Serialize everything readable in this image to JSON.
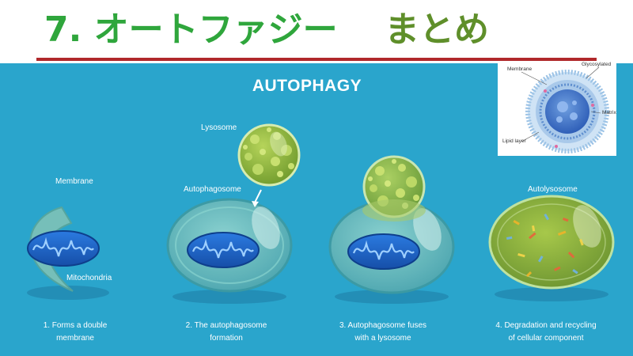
{
  "slide": {
    "number": "7.",
    "title": "オートファジー",
    "subtitle": "まとめ"
  },
  "diagram": {
    "title": "AUTOPHAGY",
    "labels": {
      "membrane": "Membrane",
      "mitochondria": "Mitochondria",
      "lysosome": "Lysosome",
      "autophagosome": "Autophagosome",
      "autolysosome": "Autolysosome"
    },
    "steps": [
      {
        "line1": "1. Forms a double",
        "line2": "membrane"
      },
      {
        "line1": "2. The autophagosome",
        "line2": "formation"
      },
      {
        "line1": "3. Autophagosome  fuses",
        "line2": "with a lysosome"
      },
      {
        "line1": "4. Degradation and recycling",
        "line2": "of cellular component"
      }
    ]
  },
  "inset": {
    "labels": {
      "membrane": "Membrane",
      "glycosylated": "Glycosylated",
      "matrix": "Matrix",
      "lipid_layer": "Lipid layer"
    }
  },
  "colors": {
    "title_green": "#2fa63c",
    "subtitle_green": "#5f8f2a",
    "rule_red": "#b0282b",
    "panel_blue": "#2aa5cc",
    "mito_blue": "#1f62c9",
    "lysosome_green": "#8fb33b"
  }
}
